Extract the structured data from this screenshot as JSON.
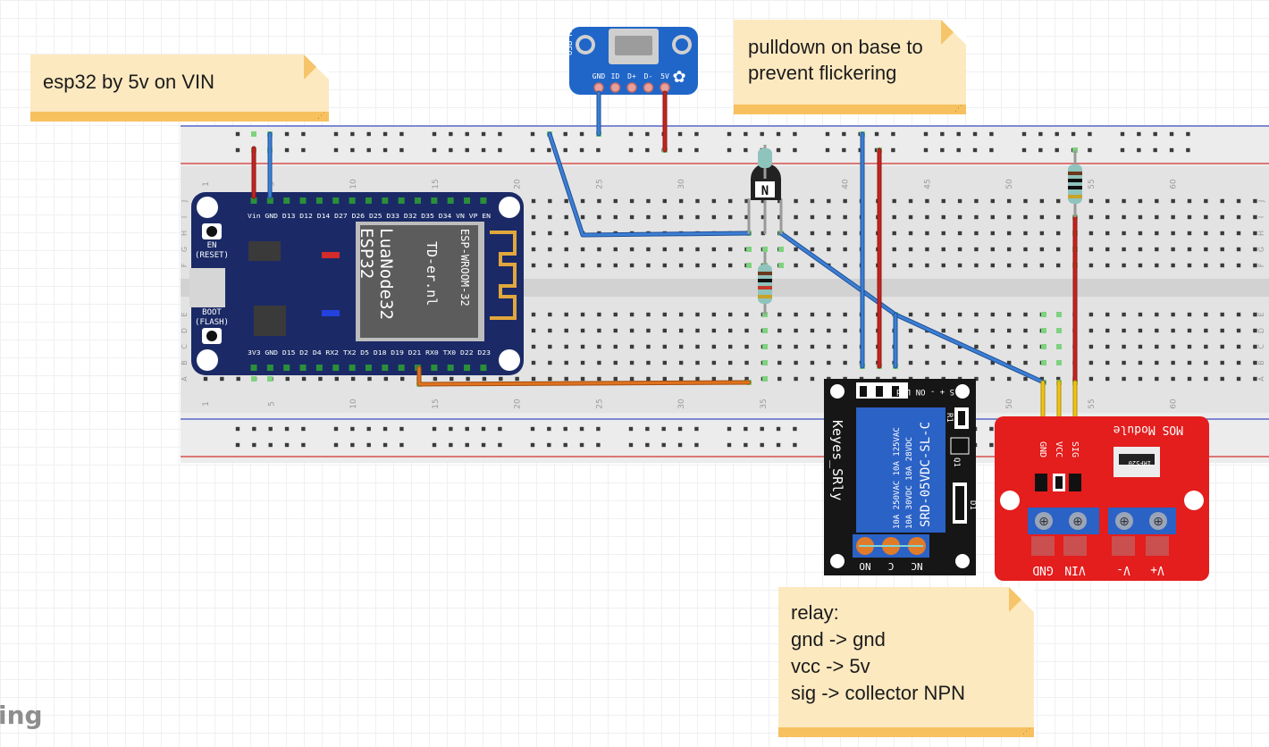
{
  "notes": {
    "esp32_power": "esp32 by 5v on VIN",
    "pulldown": "pulldown on base to\nprevent flickering",
    "relay": "relay:\ngnd -> gnd\nvcc -> 5v\nsig -> collector NPN"
  },
  "brand_text": "ing",
  "breadboard": {
    "column_numbers": [
      "1",
      "5",
      "10",
      "15",
      "20",
      "25",
      "30",
      "35",
      "40",
      "45",
      "50",
      "55",
      "60"
    ],
    "row_letters_top": [
      "J",
      "I",
      "H",
      "G",
      "F"
    ],
    "row_letters_bottom": [
      "E",
      "D",
      "C",
      "B",
      "A"
    ]
  },
  "usb_breakout": {
    "side_label": "USB Micro",
    "pins": [
      "GND",
      "ID",
      "D+",
      "D-",
      "5V"
    ]
  },
  "esp32": {
    "board_label_1": "LuaNode32",
    "board_label_2": "ESP32",
    "vendor": "TD-er.nl",
    "module": "ESP-WROOM-32",
    "top_pins": [
      "Vin",
      "GND",
      "D13",
      "D12",
      "D14",
      "D27",
      "D26",
      "D25",
      "D33",
      "D32",
      "D35",
      "D34",
      "VN",
      "VP",
      "EN"
    ],
    "bottom_pins": [
      "3V3",
      "GND",
      "D15",
      "D2",
      "D4",
      "RX2",
      "TX2",
      "D5",
      "D18",
      "D19",
      "D21",
      "RX0",
      "TX0",
      "D22",
      "D23"
    ],
    "en_label": "EN",
    "reset_label": "(RESET)",
    "boot_label": "BOOT",
    "flash_label": "(FLASH)"
  },
  "transistor": {
    "label": "N"
  },
  "relay_module": {
    "name": "Keyes_SRly",
    "part": "SRD-05VDC-SL-C",
    "ratings": [
      "10A 250VAC  10A 125VAC",
      "10A 30VDC  10A 28VDC"
    ],
    "top_labels": "S + -   ON Led",
    "r1": "R1",
    "q1": "Q1",
    "d1": "D1",
    "terminals": [
      "NO",
      "C",
      "NC"
    ]
  },
  "mos_module": {
    "title": "MOS Module",
    "pins": [
      "GND",
      "VCC",
      "SIG"
    ],
    "chip": "IRF520",
    "terminals": [
      "GND",
      "VIN",
      "V-",
      "V+"
    ]
  },
  "wire_colors": {
    "blue": "#3c7fd4",
    "red": "#c5231f",
    "orange": "#e0731e",
    "yellow": "#f1c40f",
    "green_joint": "#7fd27f"
  }
}
